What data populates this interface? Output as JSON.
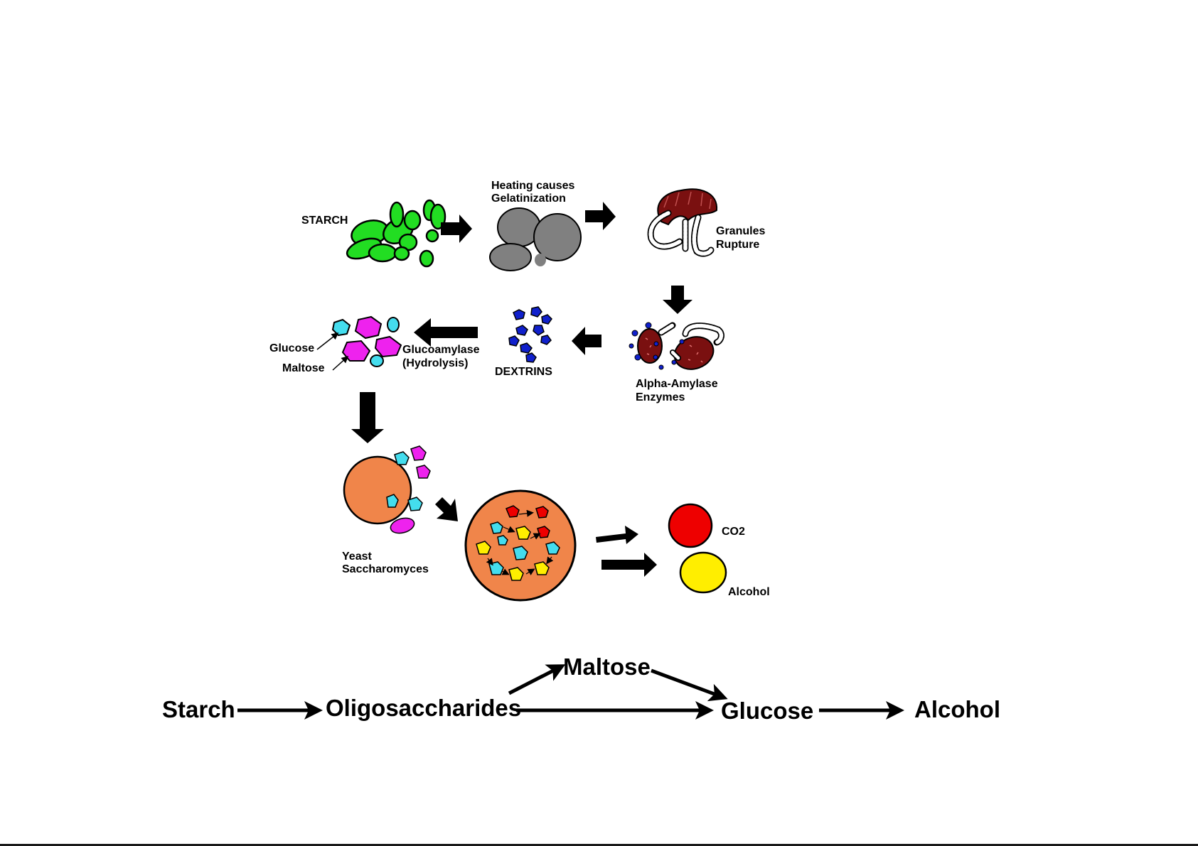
{
  "diagram": {
    "labels": {
      "starch": "STARCH",
      "heating_line1": "Heating causes",
      "heating_line2": "Gelatinization",
      "granules_line1": "Granules",
      "granules_line2": "Rupture",
      "glucose": "Glucose",
      "maltose": "Maltose",
      "glucoamylase_line1": "Glucoamylase",
      "glucoamylase_line2": "(Hydrolysis)",
      "dextrins": "DEXTRINS",
      "alpha_line1": "Alpha-Amylase",
      "alpha_line2": "Enzymes",
      "yeast_line1": "Yeast",
      "yeast_line2": "Saccharomyces",
      "co2": "CO2",
      "alcohol": "Alcohol"
    },
    "pathway": {
      "starch": "Starch",
      "oligosaccharides": "Oligosaccharides",
      "maltose": "Maltose",
      "glucose": "Glucose",
      "alcohol": "Alcohol"
    },
    "colors": {
      "starch_granule": "#22dd22",
      "gelatinized": "#808080",
      "ruptured": "#7a1010",
      "dextrin": "#1020cc",
      "glucose": "#44ddee",
      "maltose": "#ee22ee",
      "yeast": "#f0854a",
      "co2": "#ee0000",
      "alcohol": "#ffee00",
      "arrow": "#000000"
    }
  }
}
